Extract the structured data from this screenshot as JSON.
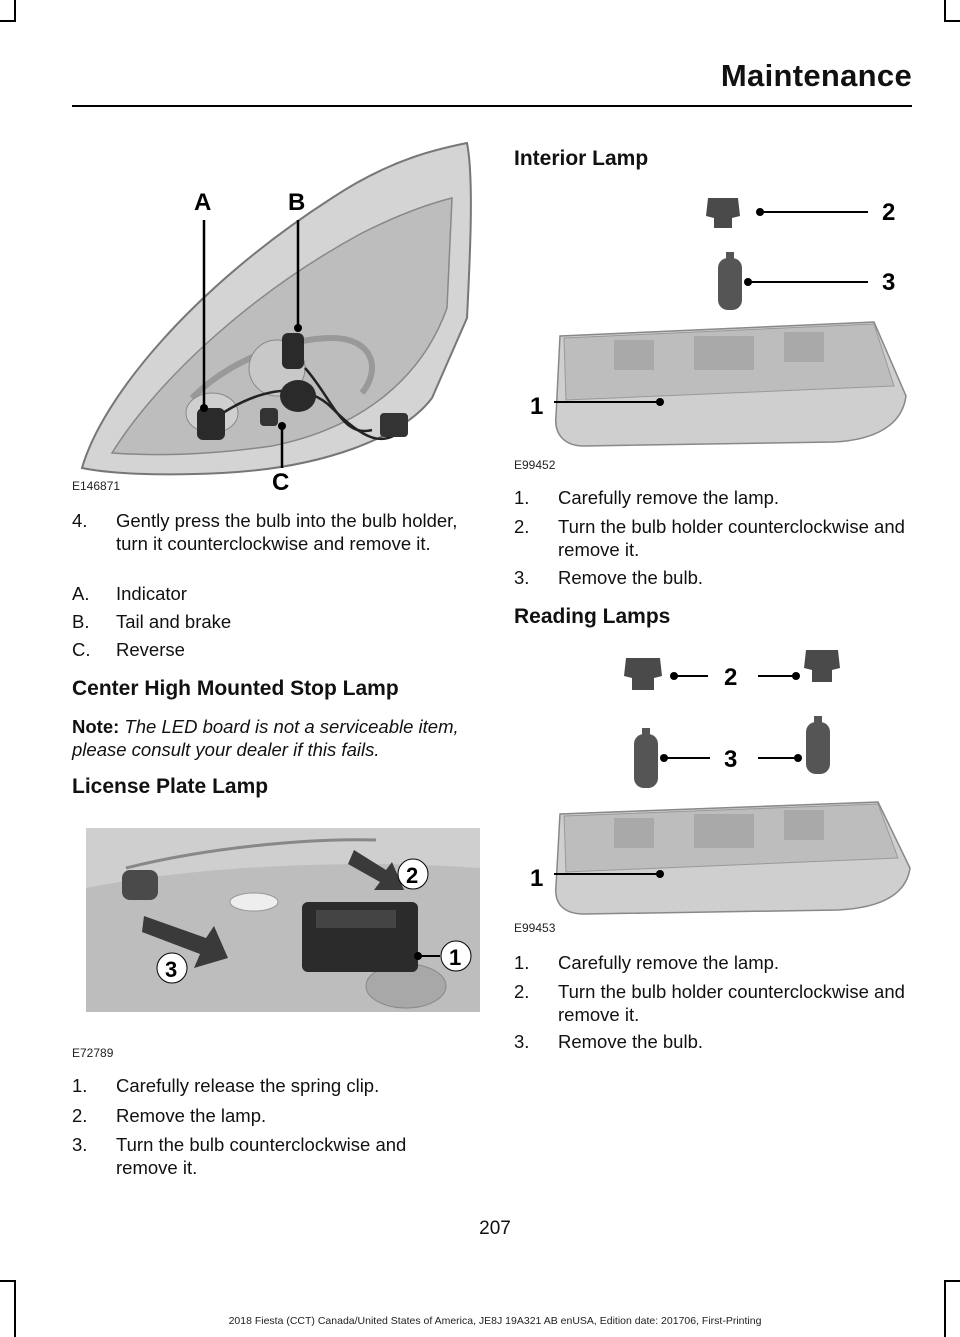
{
  "header": {
    "title": "Maintenance"
  },
  "fig_tail": {
    "id": "E146871",
    "callouts": [
      "A",
      "B",
      "C"
    ]
  },
  "tail_steps": [
    {
      "num": "4.",
      "text": "Gently press the bulb into the bulb holder, turn it counterclockwise and remove it."
    },
    {
      "num": "A.",
      "text": "Indicator"
    },
    {
      "num": "B.",
      "text": "Tail and brake"
    },
    {
      "num": "C.",
      "text": "Reverse"
    }
  ],
  "chmsl": {
    "heading": "Center High Mounted Stop Lamp",
    "note_label": "Note:",
    "note_text": "The LED board is not a serviceable item, please consult your dealer if this fails."
  },
  "license": {
    "heading": "License Plate Lamp",
    "fig_id": "E72789",
    "callouts": [
      "1",
      "2",
      "3"
    ],
    "steps": [
      {
        "num": "1.",
        "text": "Carefully release the spring clip."
      },
      {
        "num": "2.",
        "text": "Remove the lamp."
      },
      {
        "num": "3.",
        "text": "Turn the bulb counterclockwise and remove it."
      }
    ]
  },
  "interior": {
    "heading": "Interior Lamp",
    "fig_id": "E99452",
    "callouts": [
      "1",
      "2",
      "3"
    ],
    "steps": [
      {
        "num": "1.",
        "text": "Carefully remove the lamp."
      },
      {
        "num": "2.",
        "text": "Turn the bulb holder counterclockwise and remove it."
      },
      {
        "num": "3.",
        "text": "Remove the bulb."
      }
    ]
  },
  "reading": {
    "heading": "Reading Lamps",
    "fig_id": "E99453",
    "callouts": [
      "1",
      "2",
      "3"
    ],
    "steps": [
      {
        "num": "1.",
        "text": "Carefully remove the lamp."
      },
      {
        "num": "2.",
        "text": "Turn the bulb holder counterclockwise and remove it."
      },
      {
        "num": "3.",
        "text": "Remove the bulb."
      }
    ]
  },
  "page_number": "207",
  "footer": "2018 Fiesta (CCT) Canada/United States of America, JE8J 19A321 AB enUSA, Edition date: 201706, First-Printing"
}
